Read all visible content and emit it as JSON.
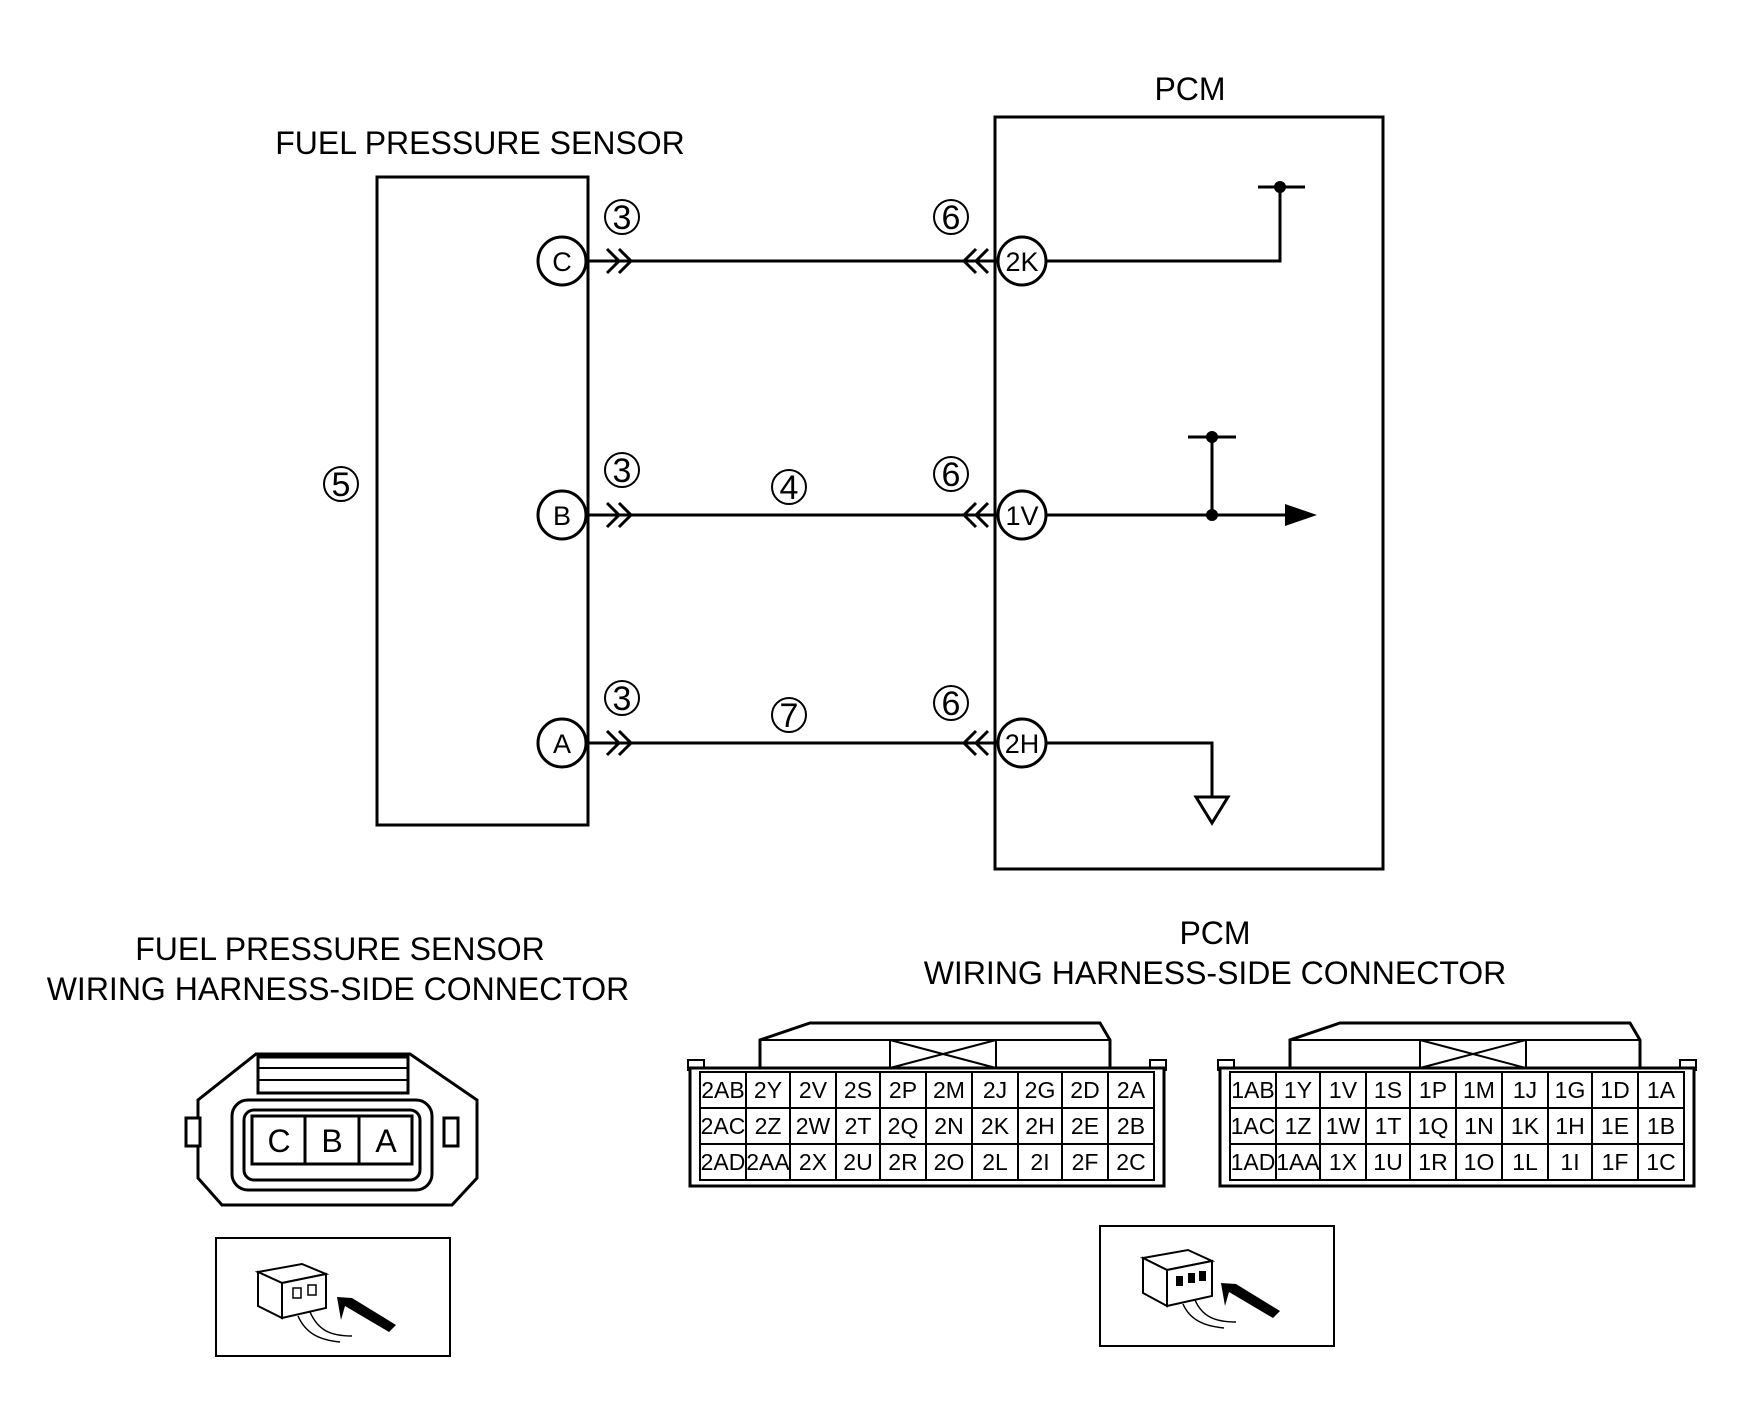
{
  "labels": {
    "sensor_title": "FUEL PRESSURE  SENSOR",
    "pcm_title": "PCM",
    "sensor_connector_title_1": "FUEL PRESSURE SENSOR",
    "sensor_connector_title_2": "WIRING HARNESS-SIDE CONNECTOR",
    "pcm_connector_title_1": "PCM",
    "pcm_connector_title_2": "WIRING HARNESS-SIDE CONNECTOR"
  },
  "sensor_pins": [
    "C",
    "B",
    "A"
  ],
  "pcm_pins": [
    "2K",
    "1V",
    "2H"
  ],
  "callouts": {
    "sensor_connector_c": "3",
    "sensor_connector_b": "3",
    "sensor_connector_a": "3",
    "wire_b": "4",
    "sensor_body": "5",
    "pcm_connector_c": "6",
    "pcm_connector_b": "6",
    "pcm_connector_a": "6",
    "wire_a": "7"
  },
  "sensor_plug_pins": [
    "C",
    "B",
    "A"
  ],
  "pcm_connector_2": [
    [
      "2AB",
      "2Y",
      "2V",
      "2S",
      "2P",
      "2M",
      "2J",
      "2G",
      "2D",
      "2A"
    ],
    [
      "2AC",
      "2Z",
      "2W",
      "2T",
      "2Q",
      "2N",
      "2K",
      "2H",
      "2E",
      "2B"
    ],
    [
      "2AD",
      "2AA",
      "2X",
      "2U",
      "2R",
      "2O",
      "2L",
      "2I",
      "2F",
      "2C"
    ]
  ],
  "pcm_connector_1": [
    [
      "1AB",
      "1Y",
      "1V",
      "1S",
      "1P",
      "1M",
      "1J",
      "1G",
      "1D",
      "1A"
    ],
    [
      "1AC",
      "1Z",
      "1W",
      "1T",
      "1Q",
      "1N",
      "1K",
      "1H",
      "1E",
      "1B"
    ],
    [
      "1AD",
      "1AA",
      "1X",
      "1U",
      "1R",
      "1O",
      "1L",
      "1I",
      "1F",
      "1C"
    ]
  ]
}
